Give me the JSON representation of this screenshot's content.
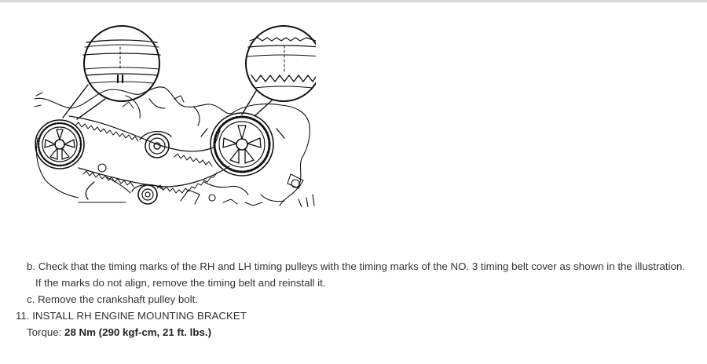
{
  "steps": {
    "b": "b. Check that the timing marks of the RH and LH timing pulleys with the timing marks of the NO. 3 timing belt cover as shown in the illustration.",
    "note": "If the marks do not align, remove the timing belt and reinstall it.",
    "c": "c. Remove the crankshaft pulley bolt."
  },
  "section": {
    "heading": "11. INSTALL RH ENGINE MOUNTING BRACKET",
    "torque_label": "Torque: ",
    "torque_value": "28 Nm (290 kgf-cm, 21 ft. lbs.)"
  }
}
